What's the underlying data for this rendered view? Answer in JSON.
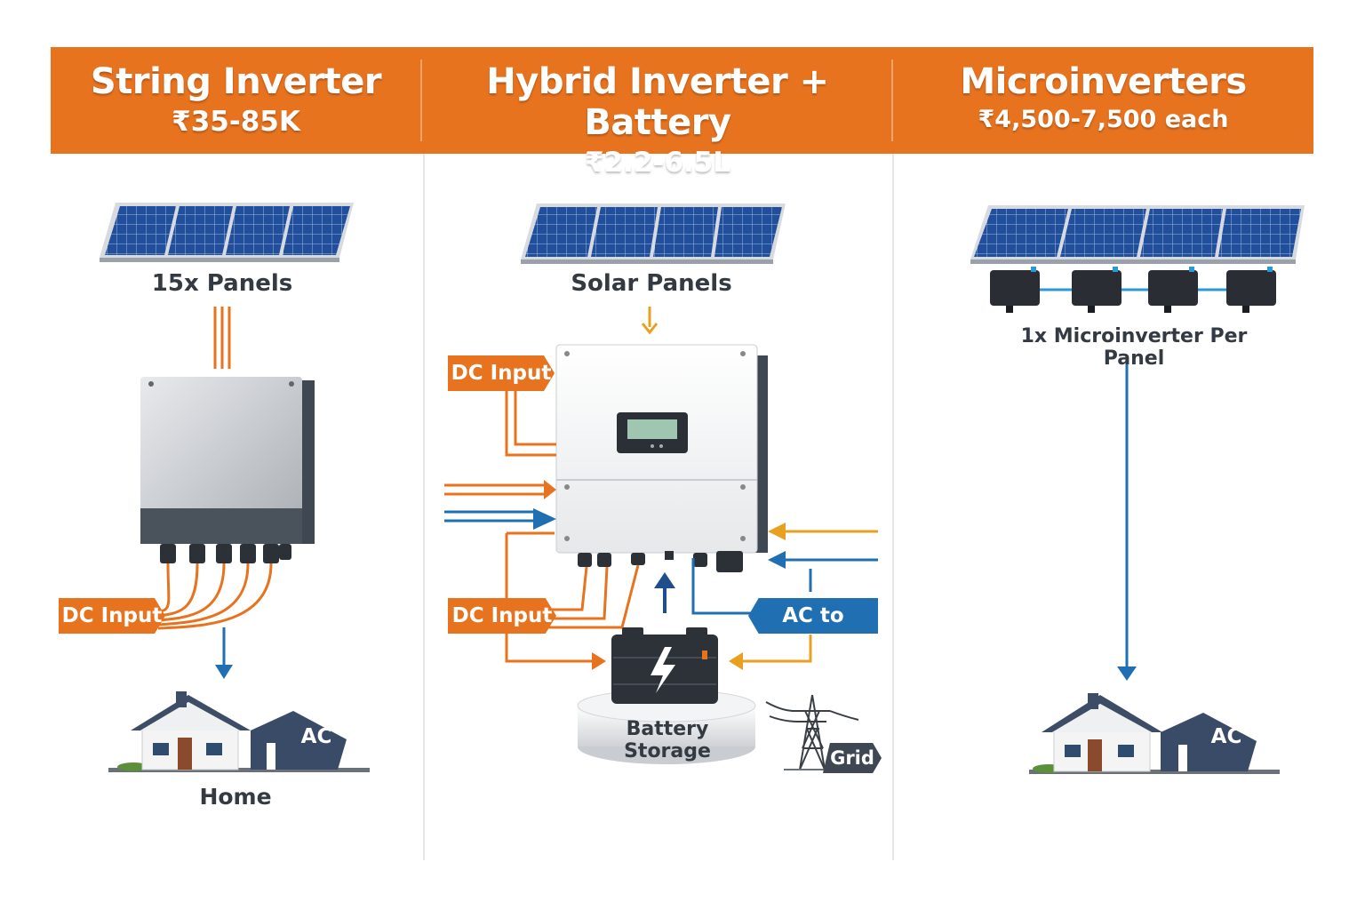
{
  "columns": [
    {
      "title": "String Inverter",
      "price": "₹35-85K",
      "panels_label": "15x Panels",
      "dc_tag": "DC Input",
      "house_ac_label": "AC",
      "home_label": "Home"
    },
    {
      "title": "Hybrid Inverter + Battery",
      "price": "₹2.2-6.5L",
      "panels_label": "Solar Panels",
      "dc_tag_top": "DC Input",
      "dc_tag_bottom": "DC Input",
      "ac_home_tag": "AC to Home",
      "battery_label": "Battery Storage",
      "grid_label": "Grid"
    },
    {
      "title": "Microinverters",
      "price": "₹4,500-7,500 each",
      "panels_label": "1x Microinverter Per Panel",
      "house_ac_label": "AC"
    }
  ],
  "colors": {
    "header": "#e8731f",
    "dc_orange": "#e8731f",
    "ac_blue": "#1f6fb2",
    "panel_blue": "#1f4f9a",
    "dark_gray": "#3f4752"
  }
}
